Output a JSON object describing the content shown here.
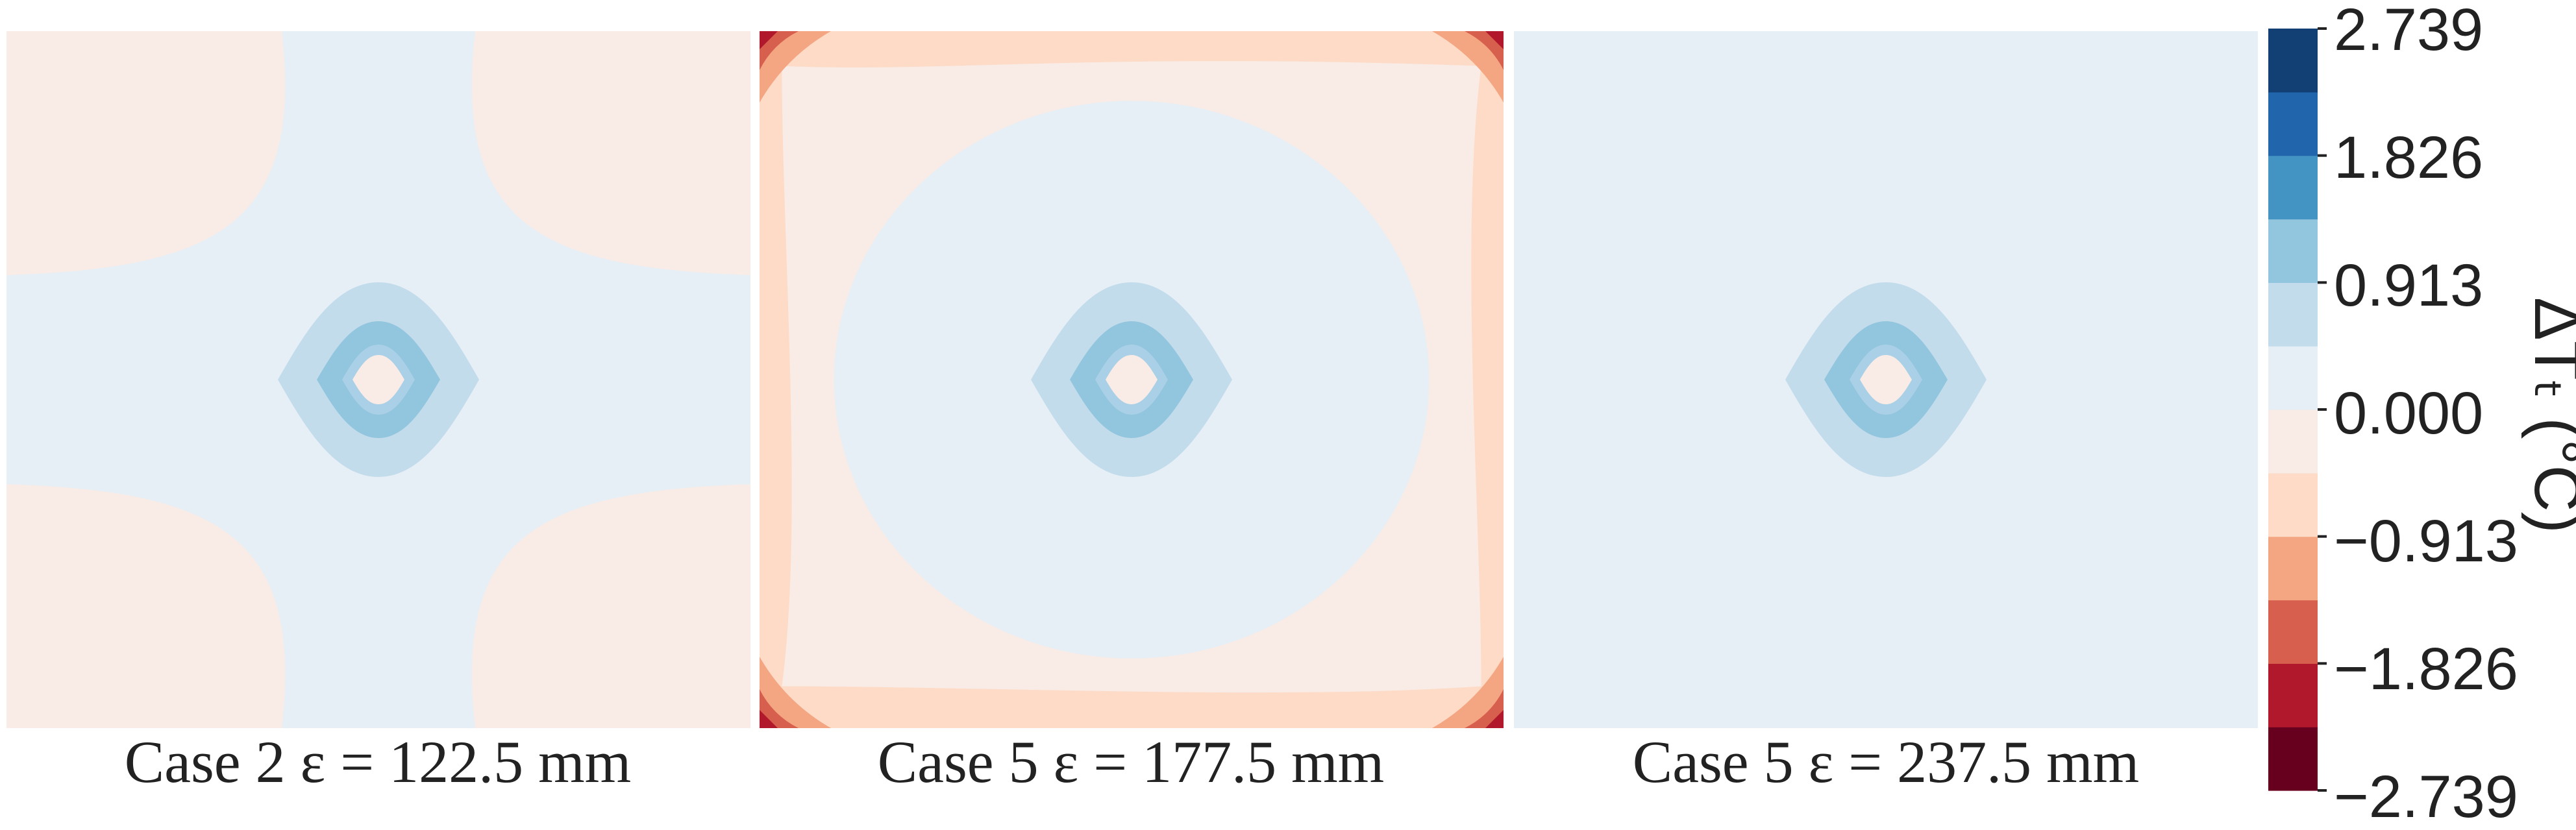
{
  "chart_data": {
    "type": "heatmap",
    "panels": [
      {
        "caption": "Case 2 ε = 122.5 mm",
        "variant": "cross"
      },
      {
        "caption": "Case 5 ε = 177.5 mm",
        "variant": "corners"
      },
      {
        "caption": "Case 5 ε = 237.5 mm",
        "variant": "uniform"
      }
    ],
    "colorbar": {
      "label": "ΔTₜ (°C)",
      "ticks": [
        "2.739",
        "1.826",
        "0.913",
        "0.000",
        "−0.913",
        "−1.826",
        "−2.739"
      ],
      "range": [
        -2.739,
        2.739
      ],
      "levels": 12,
      "colors": [
        "#67001f",
        "#b2182b",
        "#d6604d",
        "#f4a582",
        "#fddbc7",
        "#f9ebe5",
        "#e6eff6",
        "#c3dceb",
        "#92c5de",
        "#4393c3",
        "#2166ac",
        "#123f74"
      ]
    }
  }
}
